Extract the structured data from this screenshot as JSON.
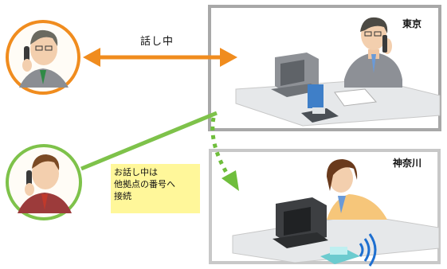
{
  "labels": {
    "call_in_progress": "話し中",
    "office_tokyo": "東京",
    "office_kanagawa": "神奈川"
  },
  "note": {
    "lines": [
      "お話し中は",
      "他拠点の番号へ",
      "接続"
    ]
  },
  "colors": {
    "arrow_orange": "#f08c1e",
    "arrow_green": "#6fbe3c",
    "note_bg": "#fff79a",
    "frame_gray": "#a0a0a0"
  }
}
